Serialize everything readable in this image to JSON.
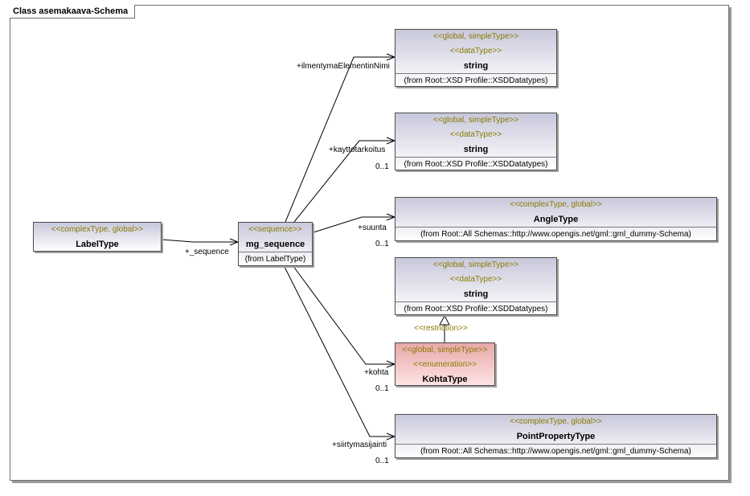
{
  "frame": {
    "title": "Class asemakaava-Schema"
  },
  "boxes": {
    "label_type": {
      "stereotype": "<<complexType, global>>",
      "name": "LabelType"
    },
    "mg_sequence": {
      "stereotype": "<<sequence>>",
      "name": "mg_sequence",
      "from": "(from LabelType)"
    },
    "string1": {
      "stereotype1": "<<global, simpleType>>",
      "stereotype2": "<<dataType>>",
      "name": "string",
      "from": "(from Root::XSD Profile::XSDDatatypes)"
    },
    "string2": {
      "stereotype1": "<<global, simpleType>>",
      "stereotype2": "<<dataType>>",
      "name": "string",
      "from": "(from Root::XSD Profile::XSDDatatypes)"
    },
    "angle_type": {
      "stereotype": "<<complexType, global>>",
      "name": "AngleType",
      "from": "(from Root::All Schemas::http://www.opengis.net/gml::gml_dummy-Schema)"
    },
    "string3": {
      "stereotype1": "<<global, simpleType>>",
      "stereotype2": "<<dataType>>",
      "name": "string",
      "from": "(from Root::XSD Profile::XSDDatatypes)"
    },
    "kohta_type": {
      "stereotype1": "<<global, simpleType>>",
      "stereotype2": "<<enumeration>>",
      "name": "KohtaType"
    },
    "point_property_type": {
      "stereotype": "<<complexType, global>>",
      "name": "PointPropertyType",
      "from": "(from Root::All Schemas::http://www.opengis.net/gml::gml_dummy-Schema)"
    }
  },
  "connectors": {
    "sequence": {
      "role": "+_sequence"
    },
    "ilmentyma": {
      "role": "+ilmentymaElementinNimi"
    },
    "kayttotarkoitus": {
      "role": "+kayttotarkoitus",
      "multiplicity": "0..1"
    },
    "suunta": {
      "role": "+suunta",
      "multiplicity": "0..1"
    },
    "kohta": {
      "role": "+kohta",
      "multiplicity": "0..1"
    },
    "siirtymasijainti": {
      "role": "+siirtymasijainti",
      "multiplicity": "0..1"
    },
    "restriction": {
      "label": "<<restriction>>"
    }
  }
}
